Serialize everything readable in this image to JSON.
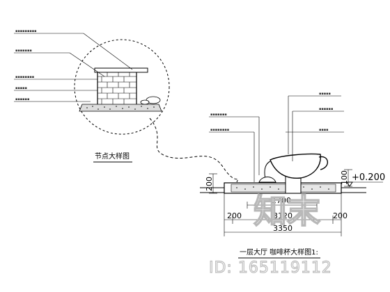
{
  "detail_caption": "节点大样图",
  "main_caption": "一层大厅 咖啡杯大样图1:",
  "level_mark": "+0.200",
  "dimensions": {
    "d_1700": "1700",
    "d_200_left": "200",
    "d_200_right": "200",
    "d_3120": "3120",
    "d_3350": "3350",
    "d_200_vertical": "200",
    "d_100_vertical": "100"
  },
  "watermark": "知末",
  "id_label": "ID: 165119112"
}
